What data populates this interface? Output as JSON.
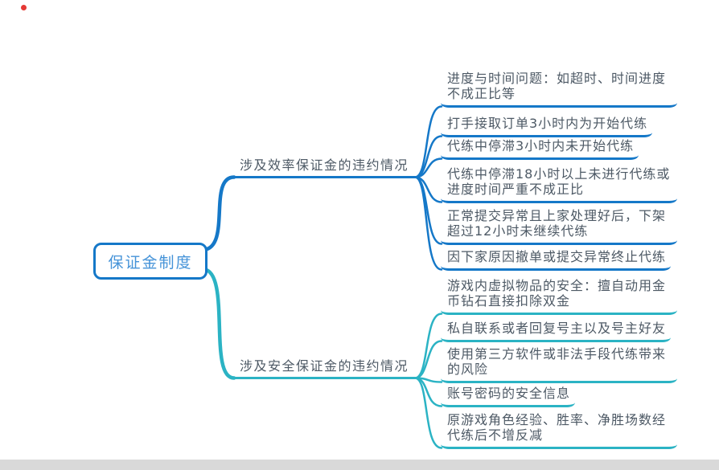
{
  "colors": {
    "blue": "#1578c8",
    "teal": "#2bb3c4",
    "text": "#4d5965",
    "root_text": "#4593d8",
    "bottom_bar": "#d9d9d9",
    "red_dot": "#e53935"
  },
  "root": {
    "label": "保证金制度"
  },
  "branches": [
    {
      "label": "涉及效率保证金的违约情况",
      "color": "#1578c8",
      "leaves": [
        "进度与时间问题：如超时、时间进度不成正比等",
        "打手接取订单3小时内为开始代练",
        "代练中停滞3小时内未开始代练",
        "代练中停滞18小时以上未进行代练或进度时间严重不成正比",
        "正常提交异常且上家处理好后，下架超过12小时未继续代练",
        "因下家原因撤单或提交异常终止代练"
      ]
    },
    {
      "label": "涉及安全保证金的违约情况",
      "color": "#2bb3c4",
      "leaves": [
        "游戏内虚拟物品的安全：擅自动用金币钻石直接扣除双金",
        "私自联系或者回复号主以及号主好友",
        "使用第三方软件或非法手段代练带来的风险",
        "账号密码的安全信息",
        "原游戏角色经验、胜率、净胜场数经代练后不增反减"
      ]
    }
  ]
}
